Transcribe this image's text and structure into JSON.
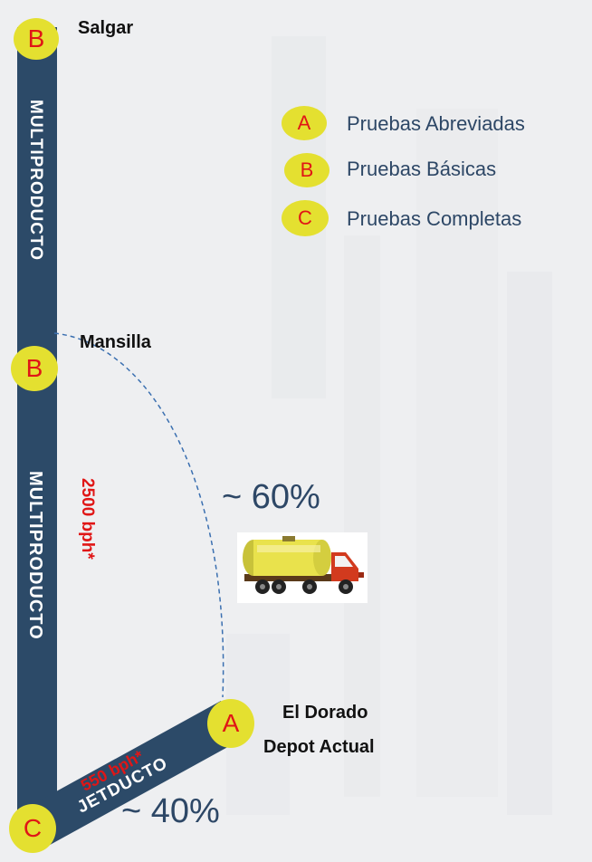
{
  "legend": [
    {
      "letter": "A",
      "label": "Pruebas Abreviadas"
    },
    {
      "letter": "B",
      "label": "Pruebas Básicas"
    },
    {
      "letter": "C",
      "label": "Pruebas Completas"
    }
  ],
  "nodes": {
    "salgar": {
      "letter": "B",
      "name": "Salgar"
    },
    "mansilla": {
      "letter": "B",
      "name": "Mansilla"
    },
    "el_dorado": {
      "letter": "A",
      "name_line1": "El Dorado",
      "name_line2": "Depot Actual"
    },
    "bottom": {
      "letter": "C"
    }
  },
  "pipelines": {
    "upper": "MULTIPRODUCTO",
    "lower": "MULTIPRODUCTO",
    "jet": "JETDUCTO"
  },
  "rates": {
    "multi": "2500 bph*",
    "jet": "550 bph*"
  },
  "shares": {
    "truck": "~ 60%",
    "pipeline": "~ 40%"
  },
  "colors": {
    "pipe": "#2c4a68",
    "node": "#e4e030",
    "node_letter": "#e01616",
    "legend_text": "#2d4766",
    "dashed_line": "#3a6fb0"
  },
  "icons": {
    "truck": "tanker-truck-icon"
  }
}
